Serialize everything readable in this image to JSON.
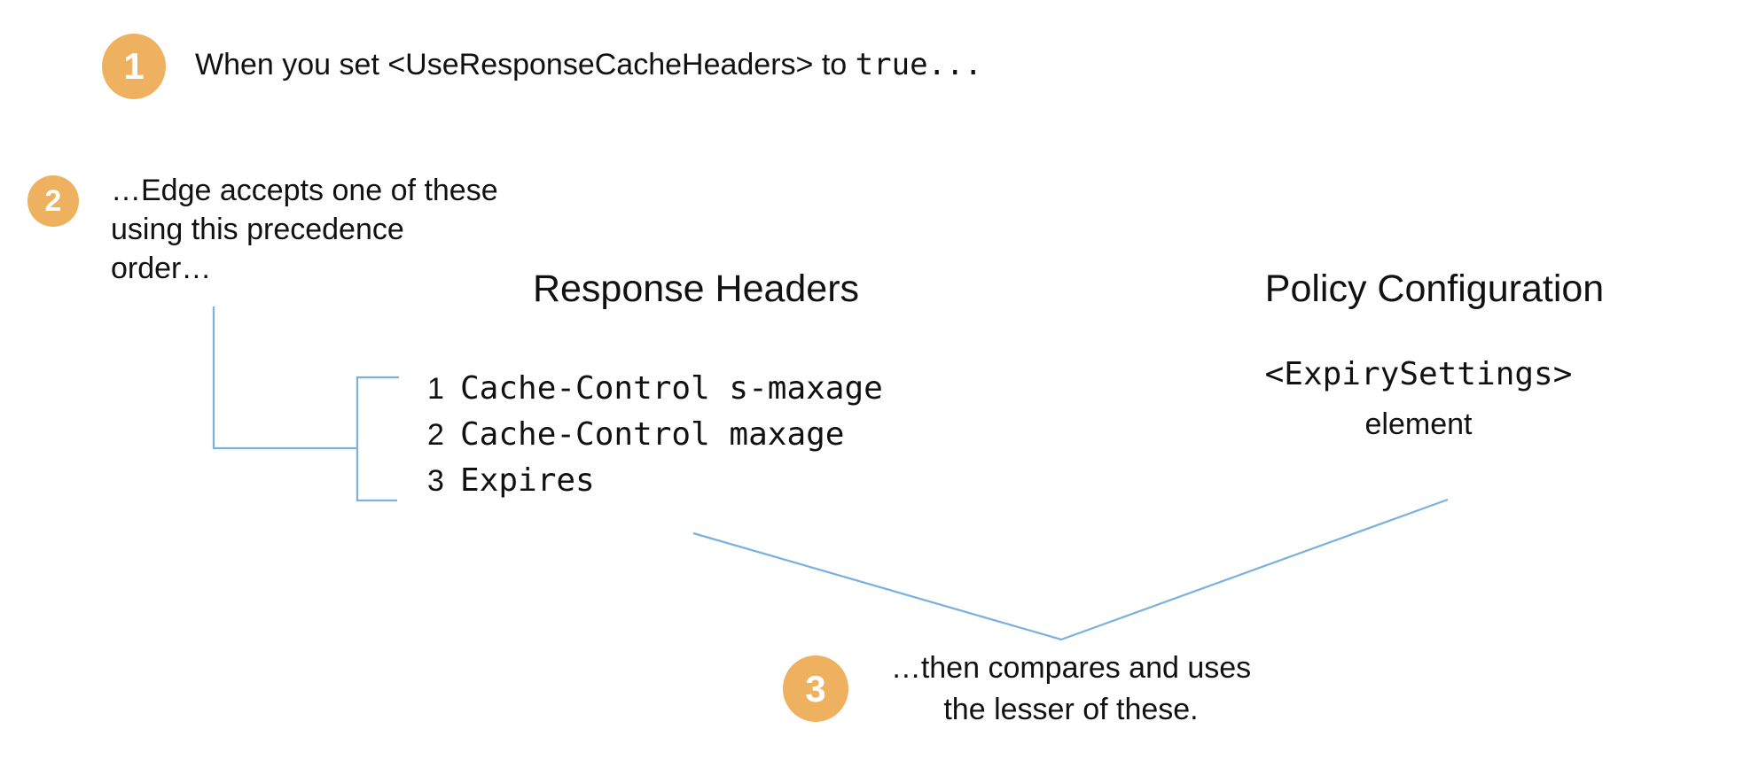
{
  "diagram": {
    "step1": {
      "badge": "1",
      "text": "When you set <UseResponseCacheHeaders> to ",
      "code_value": "true..."
    },
    "step2": {
      "badge": "2",
      "lines": [
        "…Edge accepts one of these",
        "using this precedence",
        "order…"
      ]
    },
    "step3": {
      "badge": "3",
      "lines": [
        "…then compares and uses",
        "the lesser of these."
      ]
    },
    "response_headers": {
      "heading": "Response Headers",
      "items": [
        {
          "num": "1",
          "code": "Cache-Control s-maxage"
        },
        {
          "num": "2",
          "code": "Cache-Control maxage"
        },
        {
          "num": "3",
          "code": "Expires"
        }
      ]
    },
    "policy_configuration": {
      "heading": "Policy Configuration",
      "code": "<ExpirySettings>",
      "label": "element"
    },
    "colors": {
      "badge_orange": "#EDB160",
      "connector_blue": "#7CB1DE",
      "text_black": "#111111",
      "badge_text_white": "#FFFFFF"
    }
  }
}
